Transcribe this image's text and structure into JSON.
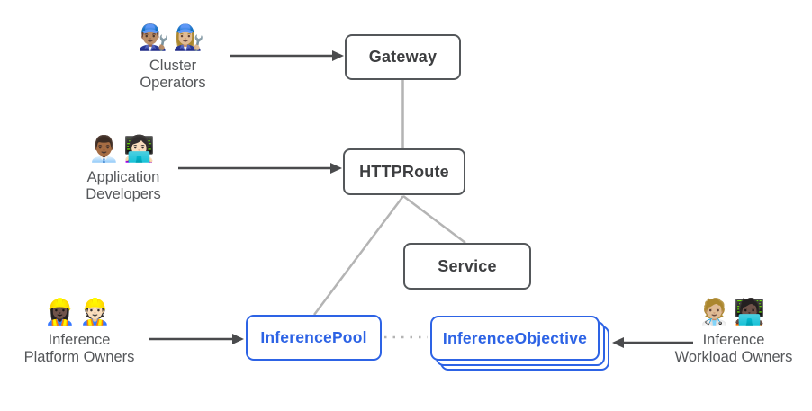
{
  "colors": {
    "accent-blue": "#2d63e5",
    "box-border-gray": "#54575a",
    "box-text": "#3d3e40",
    "label-text": "#55575a",
    "arrow-dark": "#4a4b4d",
    "connector-gray": "#b4b4b4",
    "background": "#ffffff"
  },
  "actors": [
    {
      "name": "cluster-operators",
      "emoji1": "👨🏽‍🔧",
      "emoji2": "👩🏼‍🔧",
      "emoji1_name": "man-mechanic-icon",
      "emoji2_name": "woman-mechanic-icon",
      "label_line1": "Cluster",
      "label_line2": "Operators"
    },
    {
      "name": "application-developers",
      "emoji1": "👨🏾‍💼",
      "emoji2": "👩🏻‍💻",
      "emoji1_name": "man-office-worker-icon",
      "emoji2_name": "woman-technologist-icon",
      "label_line1": "Application",
      "label_line2": "Developers"
    },
    {
      "name": "inference-platform-owners",
      "emoji1": "👷🏿‍♀️",
      "emoji2": "👷🏻",
      "emoji1_name": "woman-construction-worker-icon",
      "emoji2_name": "construction-worker-icon",
      "label_line1": "Inference",
      "label_line2": "Platform Owners"
    },
    {
      "name": "inference-workload-owners",
      "emoji1": "🧑🏼‍⚕️",
      "emoji2": "🧑🏿‍💻",
      "emoji1_name": "health-worker-icon",
      "emoji2_name": "person-technologist-icon",
      "label_line1": "Inference",
      "label_line2": "Workload Owners"
    }
  ],
  "nodes": [
    {
      "name": "gateway",
      "label": "Gateway",
      "variant": "standard"
    },
    {
      "name": "httproute",
      "label": "HTTPRoute",
      "variant": "standard"
    },
    {
      "name": "service",
      "label": "Service",
      "variant": "standard"
    },
    {
      "name": "inference-pool",
      "label": "InferencePool",
      "variant": "inference"
    },
    {
      "name": "inference-objective",
      "label": "InferenceObjective",
      "variant": "inference-stacked"
    }
  ]
}
